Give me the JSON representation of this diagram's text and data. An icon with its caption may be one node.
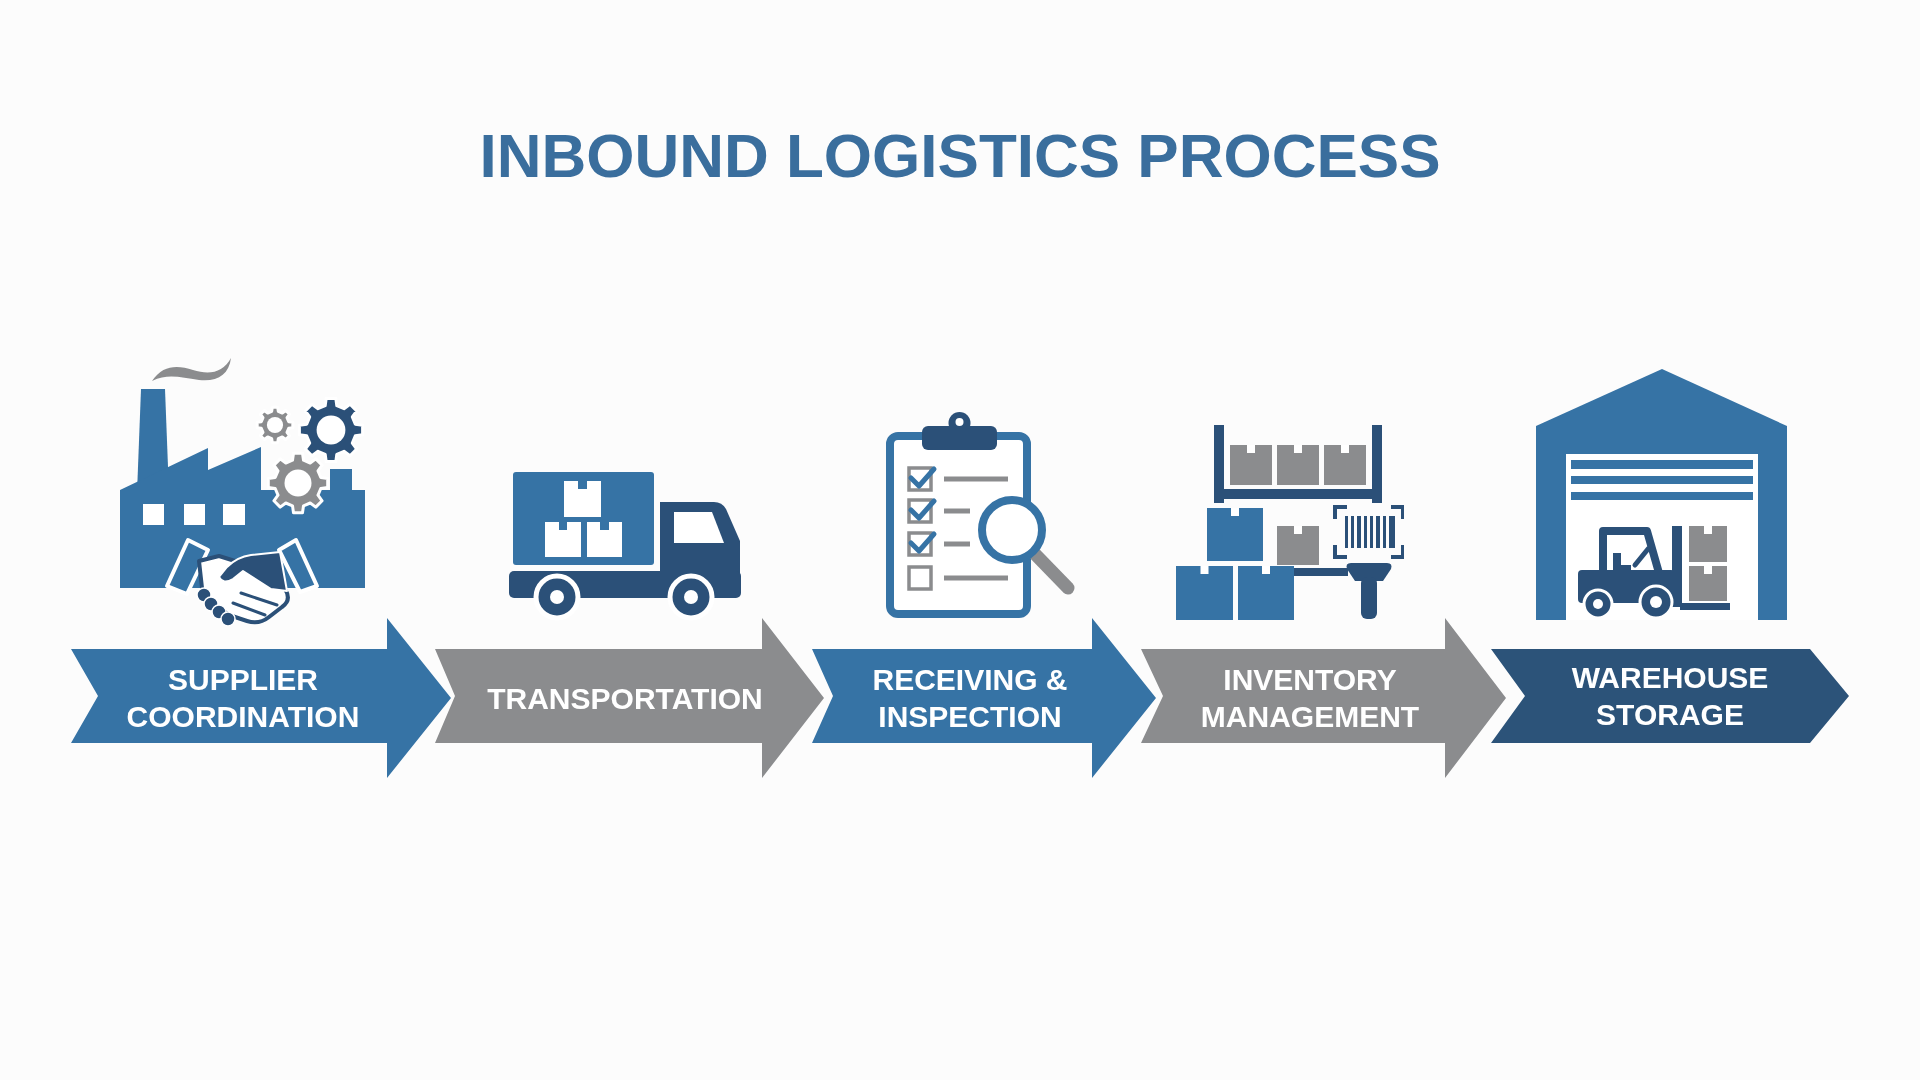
{
  "diagram": {
    "title": "INBOUND LOGISTICS PROCESS",
    "nodes": [
      {
        "text": [
          "SUPPLIER COORDINATION"
        ]
      },
      {
        "text": [
          "TRANSPORTATION"
        ]
      },
      {
        "text": [
          "RECEIVING & INSPECTION"
        ]
      },
      {
        "text": [
          "INVENTORY MANAGEMENT"
        ]
      },
      {
        "text": [
          "WAREHOUSE STORAGE"
        ]
      }
    ]
  }
}
